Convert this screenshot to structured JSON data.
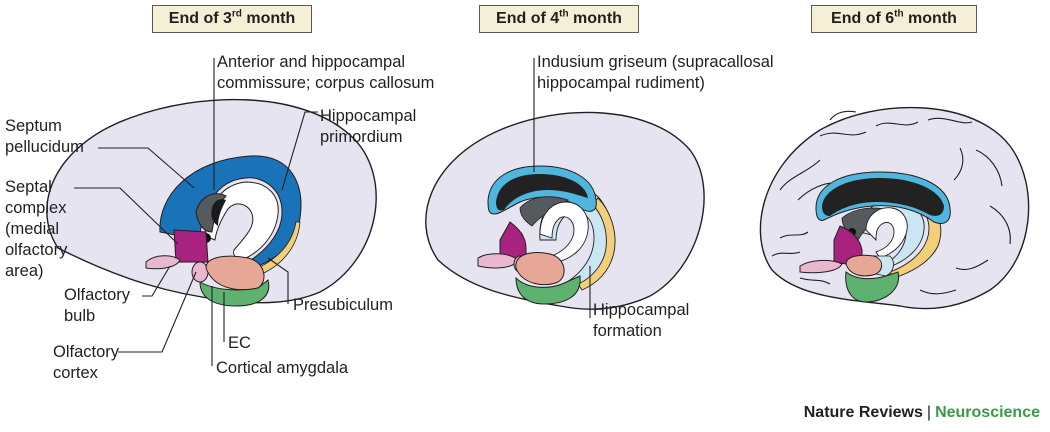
{
  "panels": [
    {
      "title_main": "End of 3",
      "title_sup": "rd",
      "title_tail": " month"
    },
    {
      "title_main": "End of 4",
      "title_sup": "th",
      "title_tail": " month"
    },
    {
      "title_main": "End of 6",
      "title_sup": "th",
      "title_tail": " month"
    }
  ],
  "labels": {
    "anterior_commissure": [
      "Anterior and hippocampal",
      "commissure; corpus callosum"
    ],
    "hippocampal_primordium": [
      "Hippocampal",
      "primordium"
    ],
    "septum_pellucidum": [
      "Septum",
      "pellucidum"
    ],
    "septal_complex": [
      "Septal",
      "complex",
      "(medial",
      "olfactory",
      "area)"
    ],
    "olfactory_bulb": [
      "Olfactory",
      "bulb"
    ],
    "olfactory_cortex": [
      "Olfactory",
      "cortex"
    ],
    "presubiculum": "Presubiculum",
    "ec": "EC",
    "cortical_amygdala": "Cortical amygdala",
    "indusium_griseum": [
      "Indusium griseum (supracallosal",
      "hippocampal rudiment)"
    ],
    "hippocampal_formation": [
      "Hippocampal",
      "formation"
    ]
  },
  "credit": {
    "journal": "Nature Reviews",
    "separator": "|",
    "section": "Neuroscience"
  },
  "colors": {
    "brain_fill": "#e6e4f1",
    "hippocampal_primordium": "#1a73b8",
    "septal_complex": "#a8237f",
    "olfactory_bulb": "#e9b8cf",
    "amygdala": "#e6a796",
    "entorhinal_cortex": "#5fb170",
    "presubiculum": "#f2cf7a",
    "hippocampal_formation": "#c9e6f2",
    "indusium_griseum": "#4fb6dd",
    "corpus_callosum": "#222222",
    "credit_accent": "#3a9a43"
  }
}
